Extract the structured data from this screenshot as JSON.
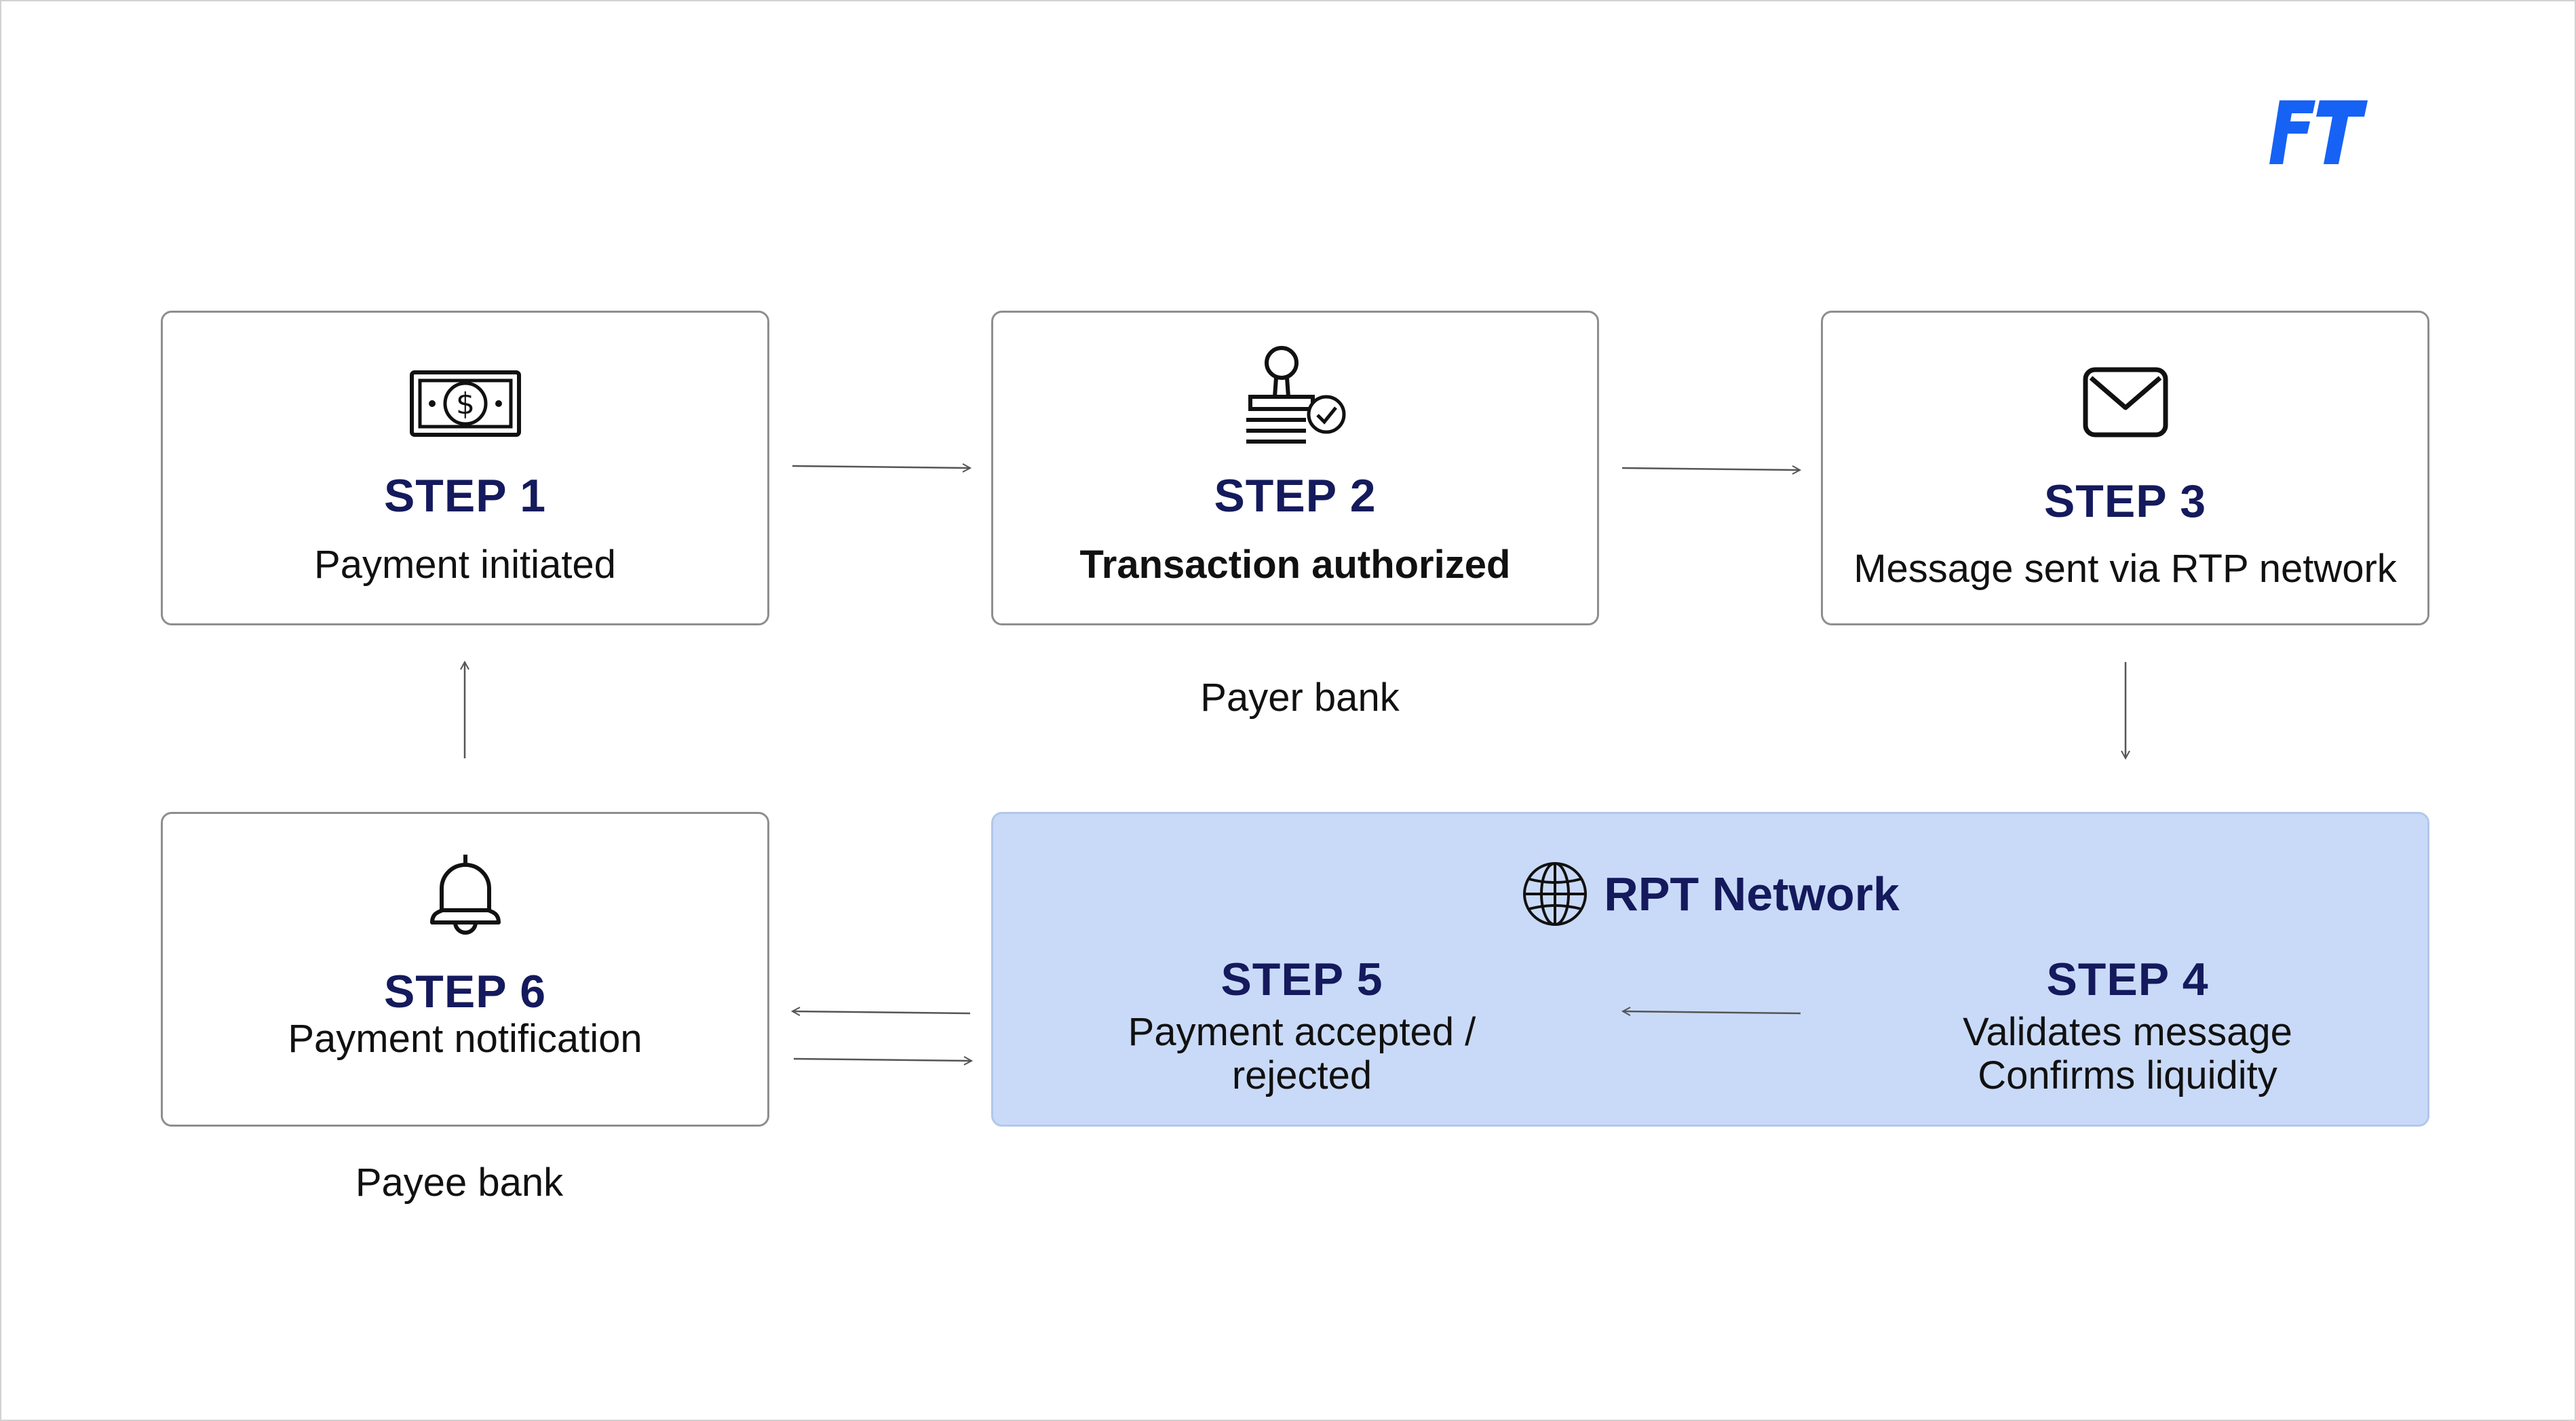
{
  "brand": {
    "accent_color": "#1662f5",
    "title_color": "#141a5c",
    "network_fill": "#c9daf8",
    "logo_icon": "ft-logo"
  },
  "steps": [
    {
      "title": "STEP 1",
      "description": "Payment initiated",
      "icon": "banknote-icon"
    },
    {
      "title": "STEP 2",
      "description": "Transaction authorized",
      "icon": "stamp-approval-icon"
    },
    {
      "title": "STEP 3",
      "description": "Message sent via RTP network",
      "icon": "envelope-icon"
    },
    {
      "title": "STEP 4",
      "description_lines": [
        "Validates message",
        "Confirms liquidity"
      ]
    },
    {
      "title": "STEP 5",
      "description_lines": [
        "Payment accepted /",
        "rejected"
      ]
    },
    {
      "title": "STEP 6",
      "description": "Payment notification",
      "icon": "bell-icon"
    }
  ],
  "network": {
    "title": "RPT Network",
    "icon": "globe-icon"
  },
  "labels": {
    "payer_bank": "Payer bank",
    "payee_bank": "Payee bank"
  },
  "connections": [
    {
      "from": "STEP 1",
      "to": "STEP 2"
    },
    {
      "from": "STEP 2",
      "to": "STEP 3"
    },
    {
      "from": "STEP 3",
      "to": "STEP 4"
    },
    {
      "from": "STEP 4",
      "to": "STEP 5"
    },
    {
      "from": "STEP 5",
      "to": "STEP 6"
    },
    {
      "from": "STEP 6",
      "to": "STEP 5"
    },
    {
      "from": "STEP 6",
      "to": "STEP 1"
    }
  ]
}
